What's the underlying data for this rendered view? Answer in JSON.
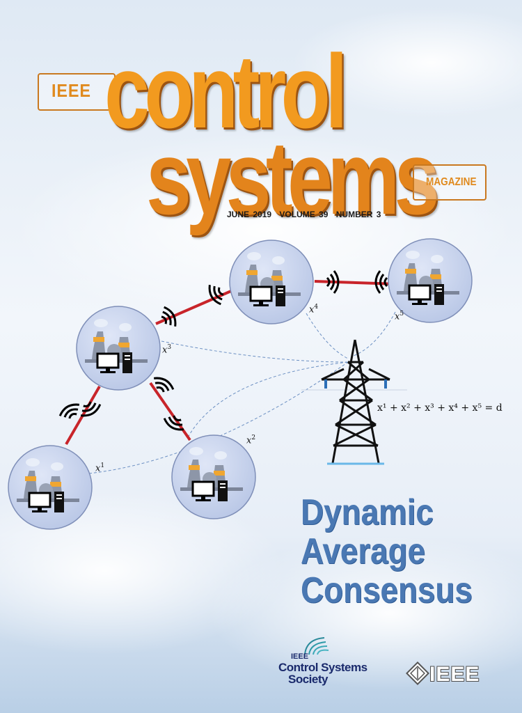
{
  "masthead": {
    "ieee": "IEEE",
    "control": "control",
    "systems": "systems",
    "magazine": "MAGAZINE"
  },
  "issue": {
    "date": "JUNE 2019",
    "volume": "VOLUME 39",
    "number": "NUMBER 3"
  },
  "diagram": {
    "labels": {
      "x1": "x",
      "x2": "x",
      "x3": "x",
      "x4": "x",
      "x5": "x"
    },
    "superscripts": {
      "x1": "1",
      "x2": "2",
      "x3": "3",
      "x4": "4",
      "x5": "5"
    },
    "equation": "x¹ + x² + x³ + x⁴ + x⁵ = d"
  },
  "title": {
    "line1": "Dynamic",
    "line2": "Average",
    "line3": "Consensus"
  },
  "society": {
    "ieee": "IEEE",
    "line1": "Control Systems",
    "line2": "Society"
  },
  "publisher": {
    "logo_text": "IEEE"
  },
  "colors": {
    "accent_orange": "#f29a1f",
    "title_blue": "#4a78b3",
    "link_red": "#c8242a",
    "node_fill": "#c9d3ee"
  }
}
